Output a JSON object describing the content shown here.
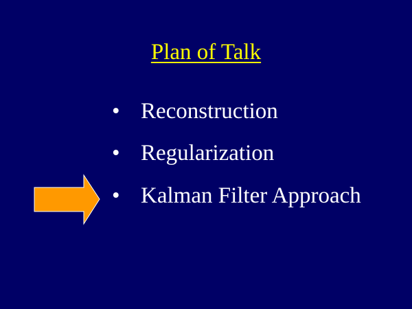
{
  "slide": {
    "title": "Plan of Talk",
    "items": [
      {
        "bullet": "•",
        "label": "Reconstruction"
      },
      {
        "bullet": "•",
        "label": "Regularization"
      },
      {
        "bullet": "•",
        "label": "Kalman Filter Approach"
      }
    ],
    "current_item_indicator": {
      "icon": "arrow-right-icon",
      "color": "#FF9900",
      "points_to_item": 3
    }
  }
}
